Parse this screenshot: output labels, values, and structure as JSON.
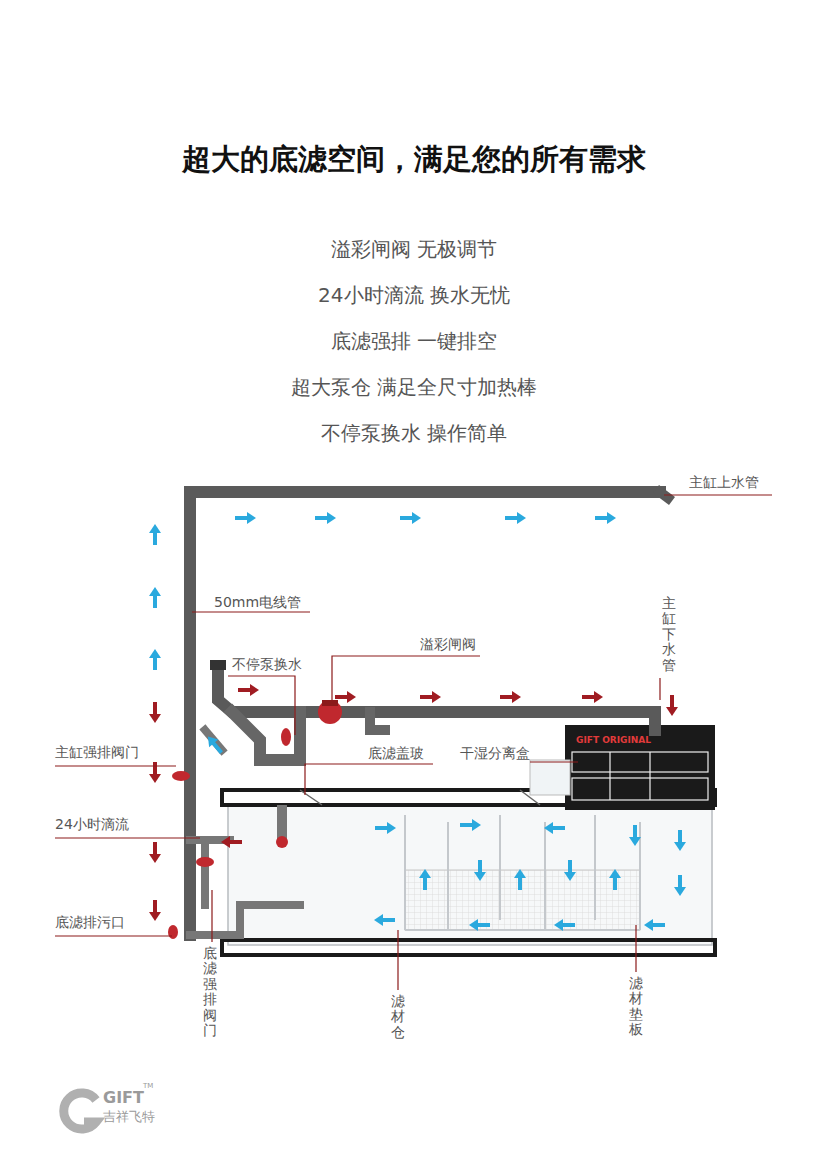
{
  "diagram": {
    "title": "超大的底滤空间，满足您的所有需求",
    "nodes": [
      {
        "text": [
          "GIFT ORIGINAL"
        ]
      }
    ],
    "labels": [
      "溢彩闸阀 无极调节",
      "24小时滴流 换水无忧",
      "底滤强排 一键排空",
      "超大泵仓 满足全尺寸加热棒",
      "不停泵换水 操作简单",
      "主缸上水管",
      "50mm电线管",
      "主缸下水管",
      "溢彩闸阀",
      "不停泵换水",
      "底滤盖玻",
      "干湿分离盒",
      "主缸强排阀门",
      "24小时滴流",
      "底滤排污口",
      "底滤强排阀门",
      "滤材仓",
      "滤材垫板",
      "GIFT",
      "吉祥飞特",
      "TM"
    ]
  }
}
